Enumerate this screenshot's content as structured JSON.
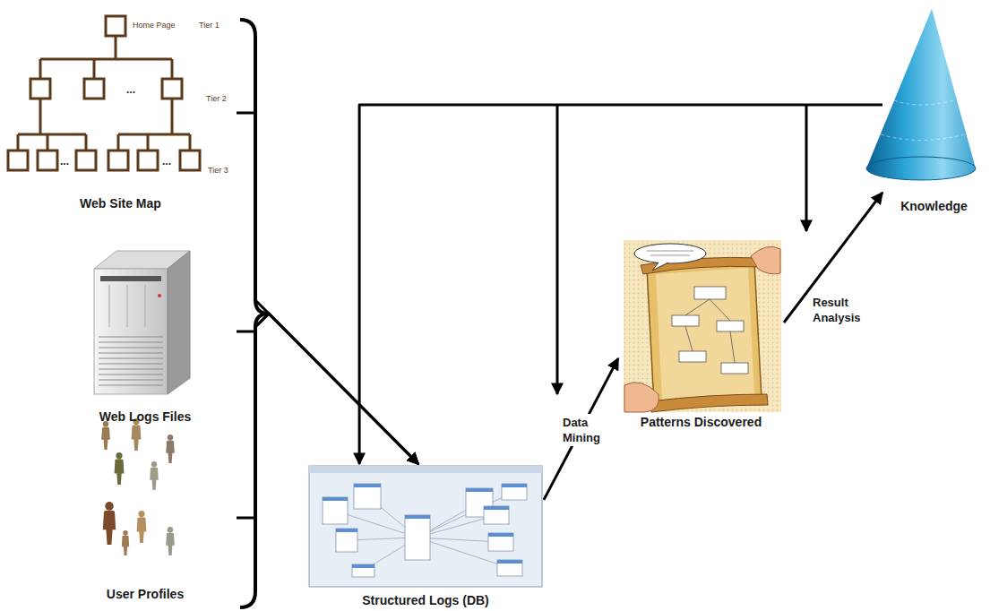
{
  "diagram": {
    "nodes": [
      {
        "text": [
          "Web Site Map"
        ]
      },
      {
        "text": [
          "Web Logs Files"
        ]
      },
      {
        "text": [
          "User Profiles"
        ]
      },
      {
        "text": [
          "Structured Logs (DB)"
        ]
      },
      {
        "text": [
          "Patterns Discovered"
        ]
      },
      {
        "text": [
          "Knowledge"
        ]
      }
    ],
    "edges": [
      {
        "from": 0,
        "to": 3,
        "arrow": "to"
      },
      {
        "from": 1,
        "to": 3,
        "arrow": "to"
      },
      {
        "from": 2,
        "to": 3,
        "arrow": "to"
      },
      {
        "from": 3,
        "to": 4,
        "label": "Data Mining",
        "arrow": "to"
      },
      {
        "from": 4,
        "to": 5,
        "label": "Result Analysis",
        "arrow": "to"
      },
      {
        "from": 5,
        "to": 3,
        "arrow": "to"
      }
    ],
    "labels": [
      "Home Page",
      "Tier 1",
      "Tier 2",
      "Tier 3",
      "...",
      "...",
      "..."
    ]
  }
}
